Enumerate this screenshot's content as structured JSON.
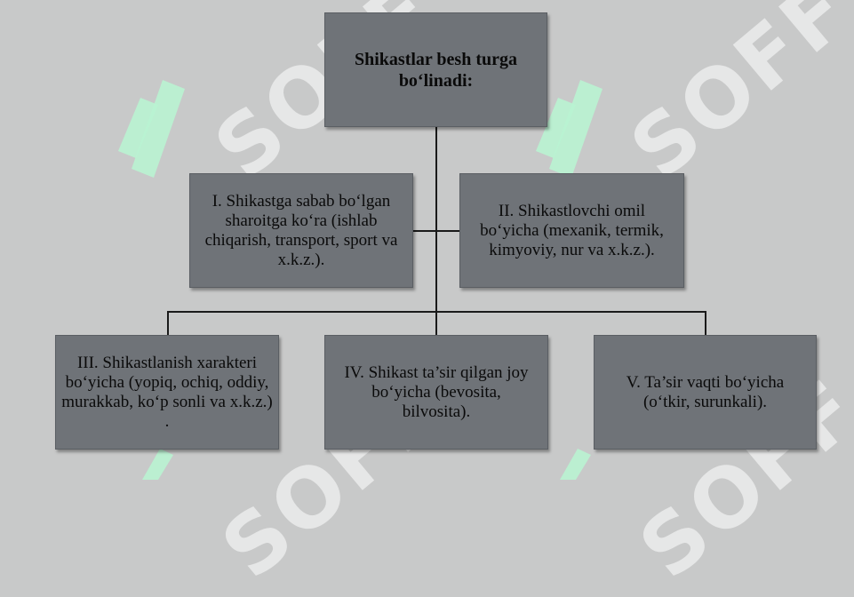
{
  "diagram": {
    "root": {
      "label": "Shikastlar besh turga bo‘linadi:"
    },
    "level1": [
      {
        "label": "I. Shikastga sabab bo‘lgan sharoitga ko‘ra (ishlab chiqarish, transport, sport va x.k.z.)."
      },
      {
        "label": "II. Shikastlovchi omil bo‘yicha (mexanik, termik, kimyoviy, nur va x.k.z.)."
      }
    ],
    "level2": [
      {
        "label": "III. Shikastlanish xarakteri bo‘yicha (yopiq, ochiq, oddiy, murakkab, ko‘p sonli va x.k.z.) ."
      },
      {
        "label": "IV. Shikast ta’sir qilgan joy bo‘yicha (bevosita, bilvosita)."
      },
      {
        "label": "V. Ta’sir vaqti bo‘yicha (o‘tkir, surunkali)."
      }
    ]
  },
  "watermark": {
    "text": "SOFF",
    "logo_color": "#b8f0d0"
  },
  "colors": {
    "background": "#c8c9c9",
    "box_fill": "#6f7378",
    "connector": "#1a1a1a"
  }
}
